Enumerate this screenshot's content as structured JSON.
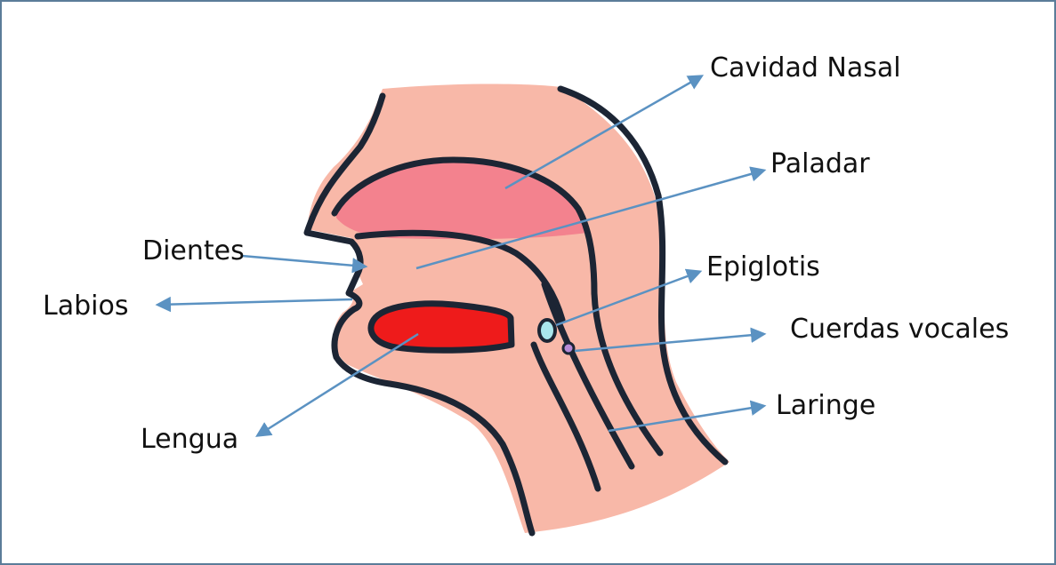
{
  "diagram": {
    "labels": {
      "cavidad_nasal": "Cavidad Nasal",
      "paladar": "Paladar",
      "dientes": "Dientes",
      "labios": "Labios",
      "epiglotis": "Epiglotis",
      "cuerdas_vocales": "Cuerdas vocales",
      "laringe": "Laringe",
      "lengua": "Lengua"
    },
    "colors": {
      "skin": "#f8b8a8",
      "nasal_cavity": "#f3828e",
      "tongue": "#ee1b1b",
      "outline": "#1c2534",
      "arrow": "#5b92c2",
      "epiglottis": "#a9e6ec",
      "vocal_cords": "#b68ad6",
      "frame": "#5b7c99"
    }
  }
}
